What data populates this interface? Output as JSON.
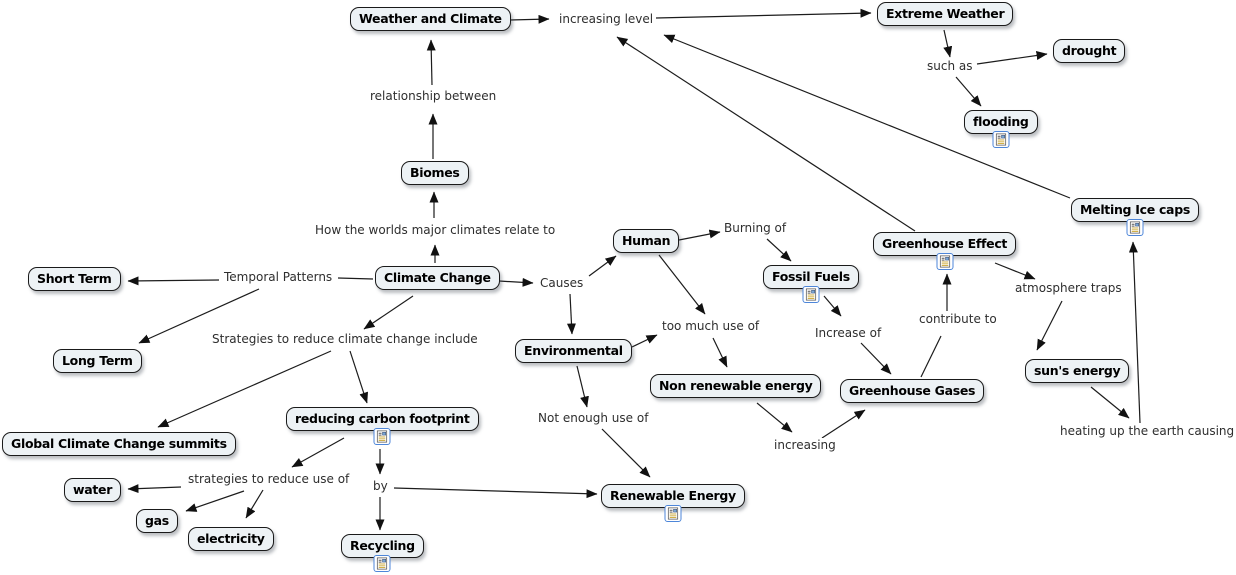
{
  "diagram_type": "concept-map",
  "colors": {
    "canvas": "#ffffff",
    "node_fill": "#edf2f5",
    "node_border": "#1a1a1a",
    "node_text": "#000000",
    "link_label_text": "#2e2e2e",
    "link_line": "#1c1c1c",
    "resource_icon_border": "#4d86d9"
  },
  "nodes": {
    "weather_and_climate": {
      "label": "Weather and Climate",
      "resource_icon": false
    },
    "extreme_weather": {
      "label": "Extreme Weather",
      "resource_icon": false
    },
    "drought": {
      "label": "drought",
      "resource_icon": false
    },
    "flooding": {
      "label": "flooding",
      "resource_icon": true
    },
    "melting_ice_caps": {
      "label": "Melting Ice caps",
      "resource_icon": true
    },
    "greenhouse_effect": {
      "label": "Greenhouse Effect",
      "resource_icon": true
    },
    "biomes": {
      "label": "Biomes",
      "resource_icon": false
    },
    "climate_change": {
      "label": "Climate Change",
      "resource_icon": false
    },
    "short_term": {
      "label": "Short Term",
      "resource_icon": false
    },
    "long_term": {
      "label": "Long Term",
      "resource_icon": false
    },
    "human": {
      "label": "Human",
      "resource_icon": false
    },
    "fossil_fuels": {
      "label": "Fossil Fuels",
      "resource_icon": true
    },
    "environmental": {
      "label": "Environmental",
      "resource_icon": false
    },
    "non_renewable_energy": {
      "label": "Non renewable energy",
      "resource_icon": false
    },
    "greenhouse_gases": {
      "label": "Greenhouse Gases",
      "resource_icon": false
    },
    "suns_energy": {
      "label": "sun's energy",
      "resource_icon": false
    },
    "global_summits": {
      "label": "Global Climate Change summits",
      "resource_icon": false
    },
    "reducing_carbon_footprint": {
      "label": "reducing carbon footprint",
      "resource_icon": true
    },
    "water": {
      "label": "water",
      "resource_icon": false
    },
    "gas": {
      "label": "gas",
      "resource_icon": false
    },
    "electricity": {
      "label": "electricity",
      "resource_icon": false
    },
    "recycling": {
      "label": "Recycling",
      "resource_icon": true
    },
    "renewable_energy": {
      "label": "Renewable Energy",
      "resource_icon": true
    }
  },
  "labels": {
    "increasing_level": "increasing level",
    "such_as": "such as",
    "relationship_between": "relationship between",
    "how_worlds": "How the worlds major climates relate to",
    "temporal_patterns": "Temporal Patterns",
    "causes": "Causes",
    "burning_of": "Burning of",
    "too_much_use": "too much use of",
    "increase_of": "Increase of",
    "contribute_to": "contribute to",
    "atmosphere_traps": "atmosphere traps",
    "strategies_include": "Strategies to reduce climate change include",
    "not_enough_use": "Not enough use of",
    "increasing": "increasing",
    "heating_up": "heating up the earth causing",
    "strategies_reduce_use": "strategies to reduce use of",
    "by": "by"
  },
  "links": [
    {
      "from": "Weather and Climate",
      "phrase": "increasing level",
      "to": [
        "Extreme Weather"
      ]
    },
    {
      "from": "Greenhouse Effect",
      "phrase": "increasing level",
      "to": [
        "Extreme Weather"
      ]
    },
    {
      "from": "Melting Ice caps",
      "phrase": "increasing level",
      "to": [
        "Extreme Weather"
      ]
    },
    {
      "from": "Extreme Weather",
      "phrase": "such as",
      "to": [
        "drought",
        "flooding"
      ]
    },
    {
      "from": "Biomes",
      "phrase": "relationship between",
      "to": [
        "Weather and Climate"
      ]
    },
    {
      "from": "Climate Change",
      "phrase": "How the worlds major climates relate to",
      "to": [
        "Biomes"
      ]
    },
    {
      "from": "Climate Change",
      "phrase": "Temporal Patterns",
      "to": [
        "Short Term",
        "Long Term"
      ]
    },
    {
      "from": "Climate Change",
      "phrase": "Causes",
      "to": [
        "Human",
        "Environmental"
      ]
    },
    {
      "from": "Climate Change",
      "phrase": "Strategies to reduce climate change include",
      "to": [
        "Global Climate Change summits",
        "reducing carbon footprint"
      ]
    },
    {
      "from": "Human",
      "phrase": "Burning of",
      "to": [
        "Fossil Fuels"
      ]
    },
    {
      "from": "Fossil Fuels",
      "phrase": "Increase of",
      "to": [
        "Greenhouse Gases"
      ]
    },
    {
      "from": "Human",
      "phrase": "too much use of",
      "to": [
        "Non renewable energy"
      ]
    },
    {
      "from": "Environmental",
      "phrase": "too much use of",
      "to": [
        "Non renewable energy"
      ]
    },
    {
      "from": "Non renewable energy",
      "phrase": "increasing",
      "to": [
        "Greenhouse Gases"
      ]
    },
    {
      "from": "Greenhouse Gases",
      "phrase": "contribute to",
      "to": [
        "Greenhouse Effect"
      ]
    },
    {
      "from": "Greenhouse Effect",
      "phrase": "atmosphere traps",
      "to": [
        "sun's energy"
      ]
    },
    {
      "from": "sun's energy",
      "phrase": "heating up the earth causing",
      "to": [
        "Melting Ice caps"
      ]
    },
    {
      "from": "Environmental",
      "phrase": "Not enough use of",
      "to": [
        "Renewable Energy"
      ]
    },
    {
      "from": "reducing carbon footprint",
      "phrase": "strategies to reduce use of",
      "to": [
        "water",
        "gas",
        "electricity"
      ]
    },
    {
      "from": "reducing carbon footprint",
      "phrase": "by",
      "to": [
        "Recycling",
        "Renewable Energy"
      ]
    }
  ]
}
